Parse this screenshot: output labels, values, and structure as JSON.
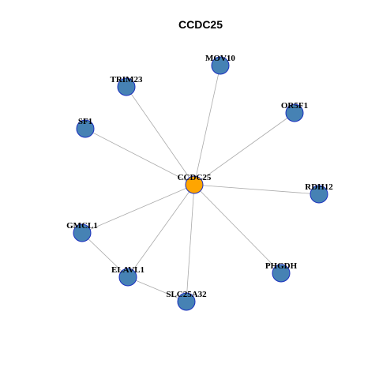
{
  "title": "CCDC25",
  "colors": {
    "center_fill": "#FFA500",
    "neighbor_fill": "#4682B4",
    "node_stroke": "#1a2fbf",
    "edge": "#aaaaaa"
  },
  "nodes": [
    {
      "id": "CCDC25",
      "label": "CCDC25",
      "role": "center"
    },
    {
      "id": "MOV10",
      "label": "MOV10",
      "role": "neighbor"
    },
    {
      "id": "TRIM23",
      "label": "TRIM23",
      "role": "neighbor"
    },
    {
      "id": "OR5F1",
      "label": "OR5F1",
      "role": "neighbor"
    },
    {
      "id": "SF1",
      "label": "SF1",
      "role": "neighbor"
    },
    {
      "id": "RDH12",
      "label": "RDH12",
      "role": "neighbor"
    },
    {
      "id": "GMCL1",
      "label": "GMCL1",
      "role": "neighbor"
    },
    {
      "id": "ELAVL1",
      "label": "ELAVL1",
      "role": "neighbor"
    },
    {
      "id": "PHGDH",
      "label": "PHGDH",
      "role": "neighbor"
    },
    {
      "id": "SLC25A32",
      "label": "SLC25A32",
      "role": "neighbor"
    }
  ],
  "edges": [
    [
      "CCDC25",
      "MOV10"
    ],
    [
      "CCDC25",
      "TRIM23"
    ],
    [
      "CCDC25",
      "OR5F1"
    ],
    [
      "CCDC25",
      "SF1"
    ],
    [
      "CCDC25",
      "RDH12"
    ],
    [
      "CCDC25",
      "GMCL1"
    ],
    [
      "CCDC25",
      "ELAVL1"
    ],
    [
      "CCDC25",
      "PHGDH"
    ],
    [
      "CCDC25",
      "SLC25A32"
    ],
    [
      "GMCL1",
      "ELAVL1"
    ],
    [
      "ELAVL1",
      "SLC25A32"
    ]
  ]
}
